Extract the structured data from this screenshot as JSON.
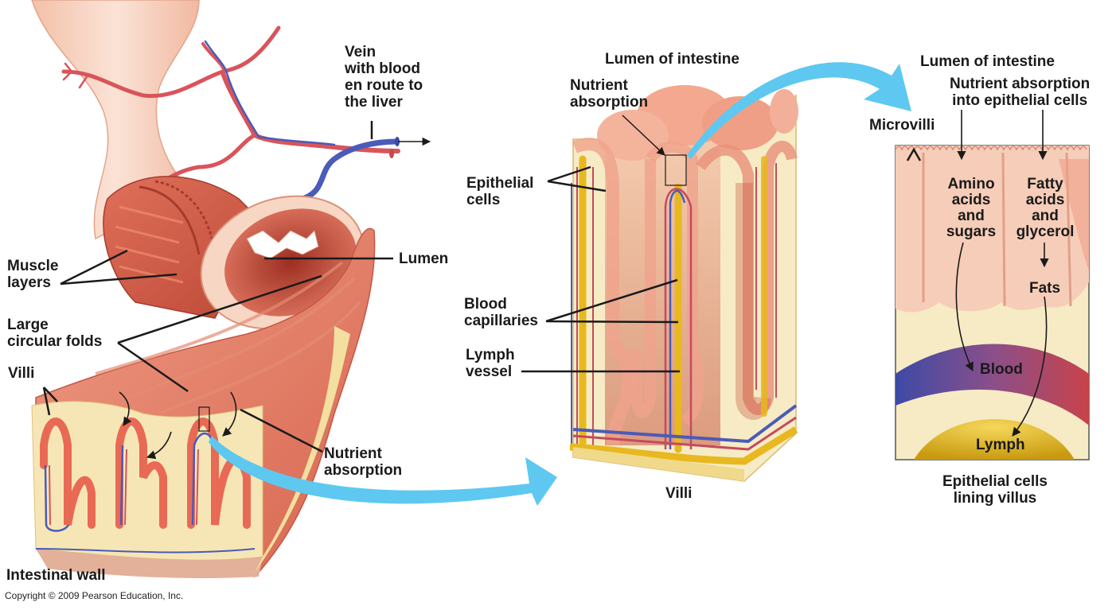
{
  "figure": {
    "copyright": "Copyright © 2009 Pearson Education, Inc.",
    "colors": {
      "tissue_light": "#f6cdb8",
      "tissue_pink": "#f2a58e",
      "muscle_red": "#d9614d",
      "lumen_dark": "#b8402e",
      "submucosa_cream": "#f3e6b8",
      "vein_blue": "#4a5bb8",
      "artery_red": "#d9545a",
      "lymph_yellow": "#e8b820",
      "arrow_cyan": "#5ec8f0",
      "label_text": "#1a1a1a"
    }
  },
  "panel_wall": {
    "title": "Intestinal wall",
    "labels": {
      "vein": [
        "Vein",
        "with blood",
        "en route to",
        "the liver"
      ],
      "muscle_layers": [
        "Muscle",
        "layers"
      ],
      "lumen": "Lumen",
      "large_circular_folds": [
        "Large",
        "circular folds"
      ],
      "villi": "Villi",
      "nutrient_absorption": [
        "Nutrient",
        "absorption"
      ]
    }
  },
  "panel_villi": {
    "title": "Villi",
    "labels": {
      "lumen_of_intestine": "Lumen of intestine",
      "nutrient_absorption": [
        "Nutrient",
        "absorption"
      ],
      "epithelial_cells": [
        "Epithelial",
        "cells"
      ],
      "blood_capillaries": [
        "Blood",
        "capillaries"
      ],
      "lymph_vessel": [
        "Lymph",
        "vessel"
      ]
    }
  },
  "panel_epithelium": {
    "title": [
      "Epithelial cells",
      "lining villus"
    ],
    "labels": {
      "lumen_of_intestine": "Lumen of intestine",
      "nutrient_absorption": [
        "Nutrient absorption",
        "into epithelial cells"
      ],
      "microvilli": "Microvilli",
      "amino_acids": [
        "Amino",
        "acids",
        "and",
        "sugars"
      ],
      "fatty_acids": [
        "Fatty",
        "acids",
        "and",
        "glycerol"
      ],
      "fats": "Fats",
      "blood": "Blood",
      "lymph": "Lymph"
    }
  }
}
